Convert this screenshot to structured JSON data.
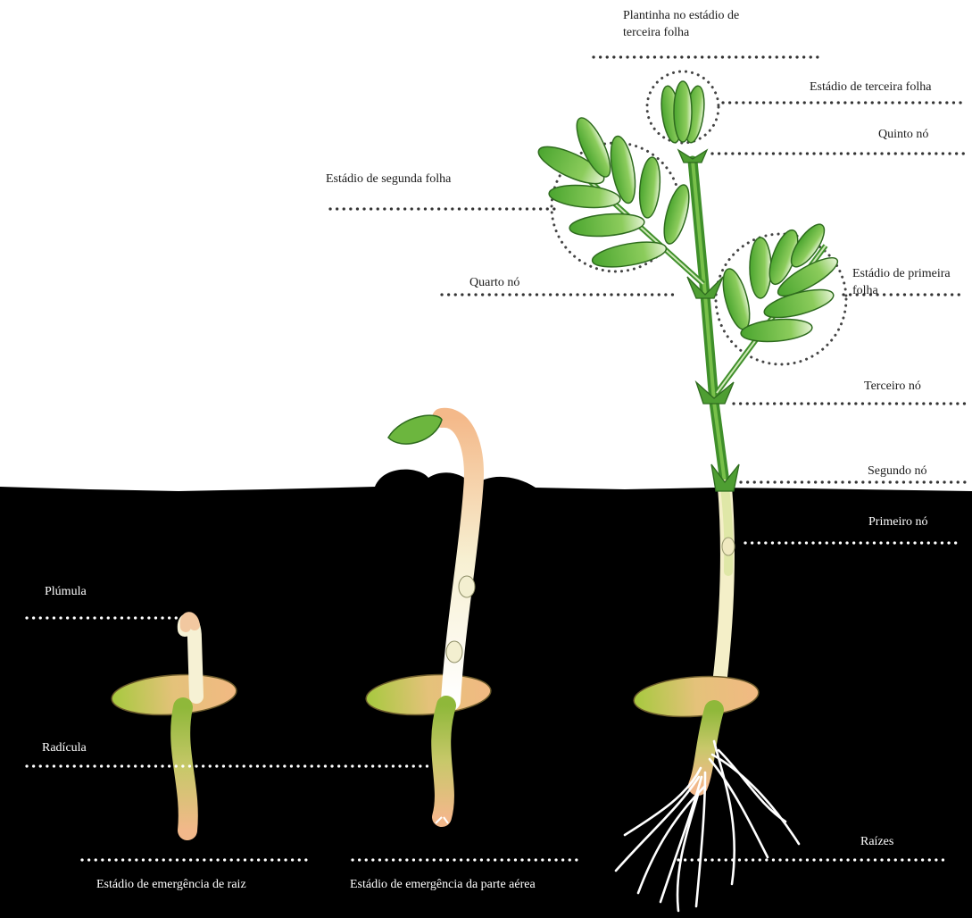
{
  "labels": {
    "top_title": "Plantinha no estádio  de terceira folha",
    "third_leaf_stage": "Estádio de terceira folha",
    "fifth_node": "Quinto nó",
    "second_leaf_stage": "Estádio de segunda folha",
    "fourth_node": "Quarto nó",
    "first_leaf_stage": "Estádio de primeira folha",
    "third_node": "Terceiro nó",
    "second_node": "Segundo nó",
    "first_node": "Primeiro nó",
    "plumule": "Plúmula",
    "radicle": "Radícula",
    "roots": "Raízes",
    "root_emergence_stage": "Estádio de emergência de raiz",
    "shoot_emergence_stage": "Estádio de emergência da parte aérea"
  },
  "colors": {
    "soil": "#000000",
    "leaf": "#5bb33a",
    "leaf_light": "#d8efc0",
    "stem_green": "#3f8f2a",
    "seed_peach": "#f2b983",
    "seed_green": "#9fc63d",
    "sprout": "#f6f3d6",
    "root": "#ffffff",
    "dots_dark": "#333333",
    "dots_light": "#ffffff"
  }
}
